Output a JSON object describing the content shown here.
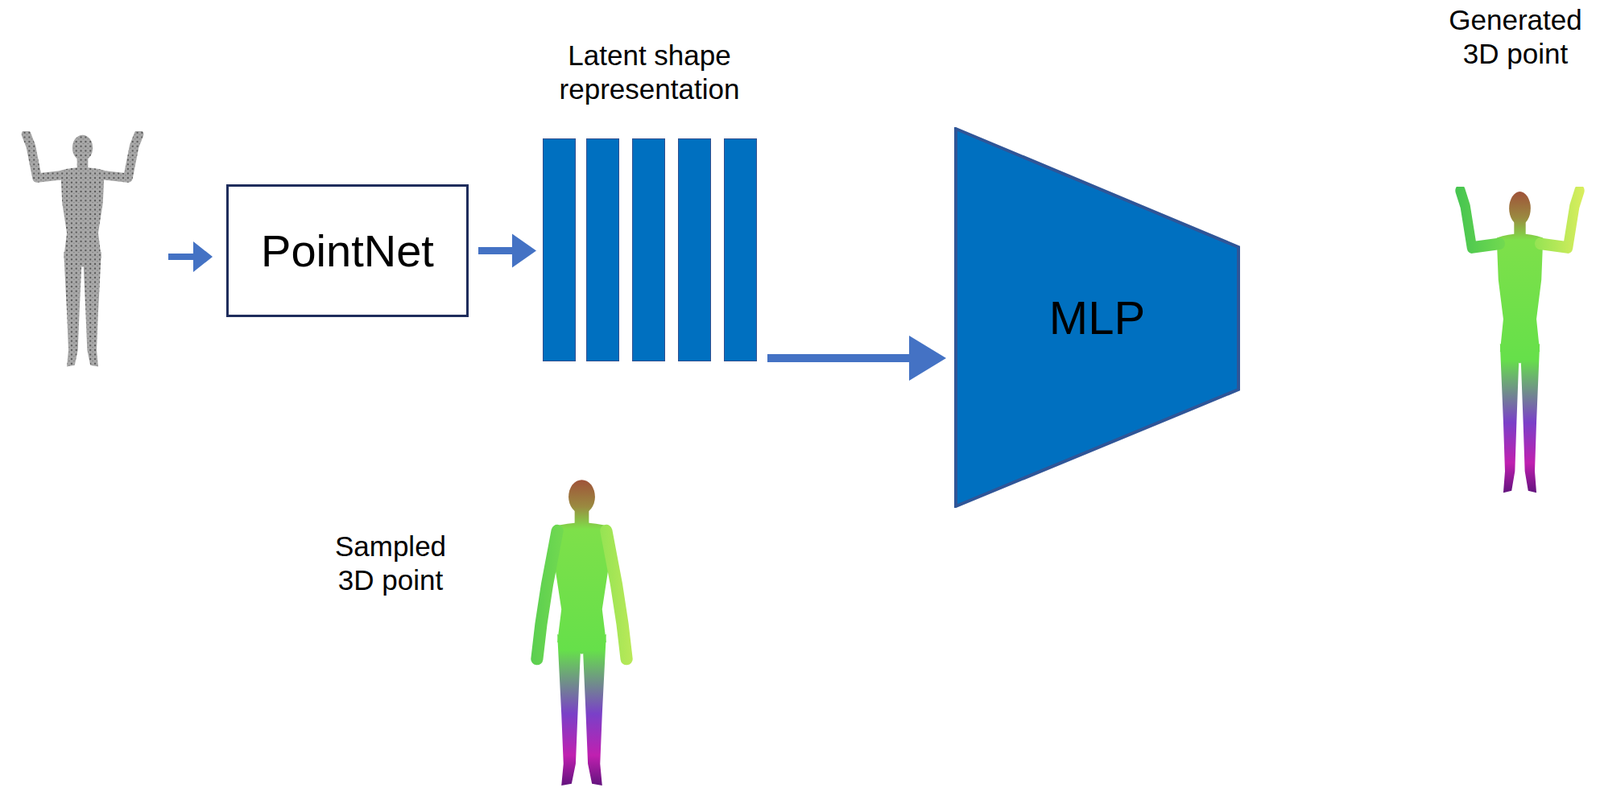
{
  "diagram": {
    "nodes": [
      {
        "text": [
          "PointNet"
        ]
      },
      {
        "text": [
          "Latent shape representation"
        ]
      },
      {
        "text": [
          "MLP"
        ]
      }
    ],
    "edges": [
      {
        "from": 0,
        "to": 1,
        "arrow": "to"
      },
      {
        "from": 1,
        "to": 2,
        "arrow": "to"
      }
    ],
    "labels": [
      "Generated 3D point",
      "Sampled 3D point"
    ]
  }
}
